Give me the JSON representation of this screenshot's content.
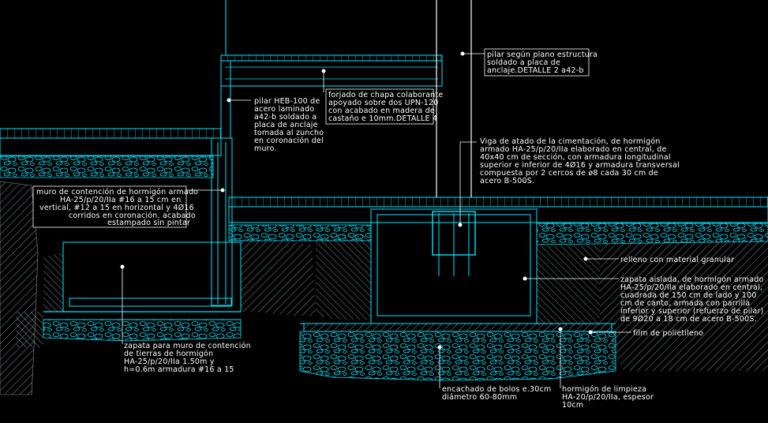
{
  "annotations": {
    "pilar_segun": [
      "pilar según plano estructura",
      "soldado a placa de",
      "anclaje.DETALLE 2 a42-b"
    ],
    "forjado": [
      "forjado de chapa colaborante",
      "apoyado sobre dos UPN-120",
      "con acabado en madera de",
      "castaño e 10mm.DETALLE 4"
    ],
    "pilar_heb": [
      "pilar HEB-100 de",
      "acero laminado",
      "a42-b soldado a",
      "placa de anclaje",
      "tomada al zuncho",
      "en coronación del",
      "muro."
    ],
    "viga_atado": [
      "Viga de atado de la cimentación, de hormigón",
      "armado HA-25/p/20/IIa elaborado en central, de",
      "40x40 cm de sección, con armadura    longitudinal",
      "superior e inferior de 4Ø16 y armadura transversal",
      "compuesta por 2 cercos de ø8 cada 30 cm de",
      "acero B-500S."
    ],
    "muro": [
      "muro de contención de hormigón armado",
      "HA-25/p/20/IIa #16 a 15 cm en",
      "vertical, #12 a 15 en horizontal y 4Ø16",
      "corridos en coronación. acabado",
      "estampado sin pintar"
    ],
    "relleno": [
      "relleno con material granular"
    ],
    "zapata_aislada": [
      "zapata aislada, de hormigón armado",
      "HA-25/p/20/IIa elaborado en central,",
      "cuadrada de 150 cm de lado y 100",
      "cm de canto, armada con      parrilla",
      "inferior y superior (refuerzo de pilar)",
      "de 9Ø20 a 18 cm de acero B-500S."
    ],
    "film": [
      "film de polietileno"
    ],
    "zapata_muro": [
      "zapata para muro de contención",
      "de tierras de hormigón",
      "HA-25/p/20/IIa 1.50m y",
      "h=0.6m armadura #16 a 15"
    ],
    "encachado": [
      "encachado de bolos e.30cm",
      "diámetro 60-80mm"
    ],
    "limpieza": [
      "hormigón de limpieza",
      "HA-20/p/20/IIa, espesor",
      "10cm"
    ]
  },
  "colors": {
    "background": "#000000",
    "structure": "#00e5ff",
    "hatch": "#9aa0a6",
    "text": "#ffffff",
    "leader": "#ffffff"
  }
}
